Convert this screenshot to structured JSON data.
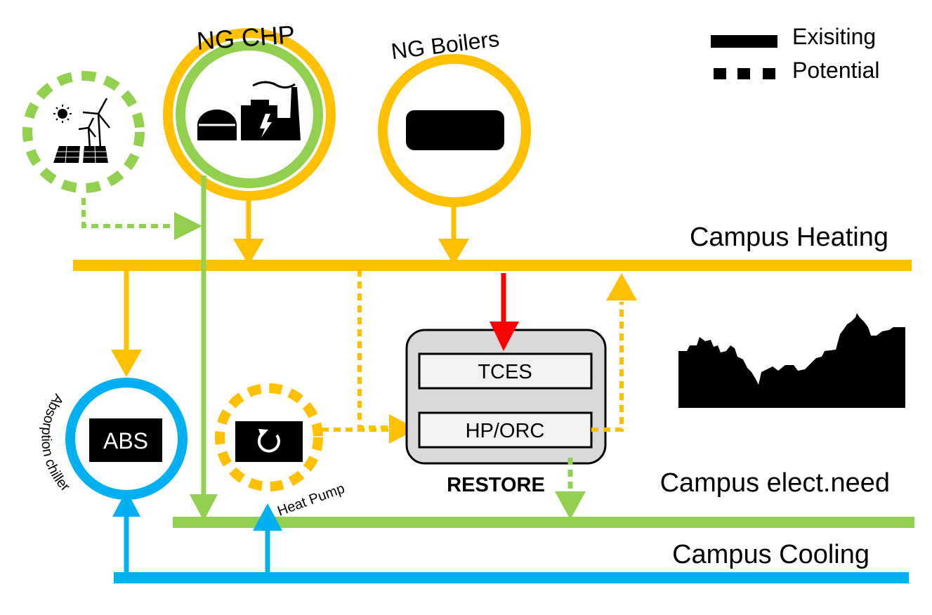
{
  "title_labels": {
    "chp": "NG CHP",
    "boilers": "NG Boilers"
  },
  "legend": {
    "existing": "Exisiting",
    "potential": "Potential"
  },
  "buses": {
    "heating": "Campus Heating",
    "electricity": "Campus elect.need",
    "cooling": "Campus Cooling"
  },
  "components": {
    "abs_box": "ABS",
    "abs_caption": "Absorption chiller",
    "heat_pump_caption": "Heat Pump",
    "restore_tces": "TCES",
    "restore_hp_orc": "HP/ORC",
    "restore_caption": "RESTORE"
  },
  "colors": {
    "heating": "#FFC000",
    "electricity": "#92D050",
    "cooling": "#00B0F0",
    "restore_flow": "#FF0000",
    "restore_box": "#D9D9D9",
    "restore_inner": "#F2F2F2"
  },
  "icons": [
    "sun-icon",
    "wind-turbine-icon",
    "solar-panel-icon",
    "chp-plant-icon",
    "boiler-icon",
    "cycle-icon",
    "campus-skyline-icon"
  ]
}
